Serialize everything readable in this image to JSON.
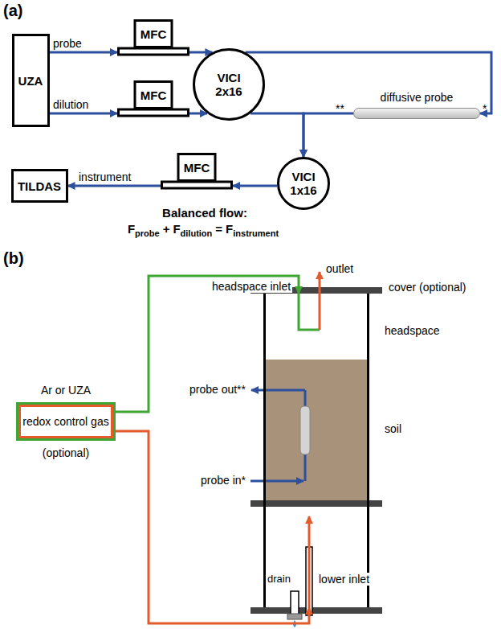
{
  "diagram": {
    "nodes": [
      {
        "text": [
          "UZA"
        ]
      },
      {
        "text": [
          "MFC"
        ]
      },
      {
        "text": [
          "MFC"
        ]
      },
      {
        "text": [
          "VICI 2x16"
        ]
      },
      {
        "text": [
          "diffusive probe"
        ]
      },
      {
        "text": [
          "TILDAS"
        ]
      },
      {
        "text": [
          "MFC"
        ]
      },
      {
        "text": [
          "VICI 1x16"
        ]
      },
      {
        "text": [
          "Ar or UZA",
          "redox control gas",
          "(optional)"
        ]
      },
      {
        "text": [
          "headspace",
          "soil"
        ]
      }
    ],
    "edges": [
      {
        "from": 0,
        "to": 1,
        "arrow": "to",
        "label": "probe"
      },
      {
        "from": 0,
        "to": 2,
        "arrow": "to",
        "label": "dilution"
      },
      {
        "from": 1,
        "to": 3,
        "arrow": "to"
      },
      {
        "from": 2,
        "to": 3,
        "arrow": "to"
      },
      {
        "from": 3,
        "to": 4,
        "arrow": "to"
      },
      {
        "from": 4,
        "to": 7,
        "arrow": "to"
      },
      {
        "from": 3,
        "to": 7,
        "arrow": "to"
      },
      {
        "from": 7,
        "to": 6,
        "arrow": "to"
      },
      {
        "from": 6,
        "to": 5,
        "arrow": "to",
        "label": "instrument"
      },
      {
        "from": 8,
        "to": 9,
        "arrow": "to",
        "label": "headspace inlet"
      },
      {
        "from": 8,
        "to": 9,
        "arrow": "to",
        "label": "lower inlet"
      }
    ],
    "labels": [
      "(a)",
      "*",
      "**",
      "Balanced flow:",
      "F",
      "probe",
      "+",
      "F",
      "dilution",
      "=",
      "F",
      "instrument",
      "(b)",
      "outlet",
      "cover (optional)",
      "probe out**",
      "probe in*",
      "drain"
    ]
  }
}
